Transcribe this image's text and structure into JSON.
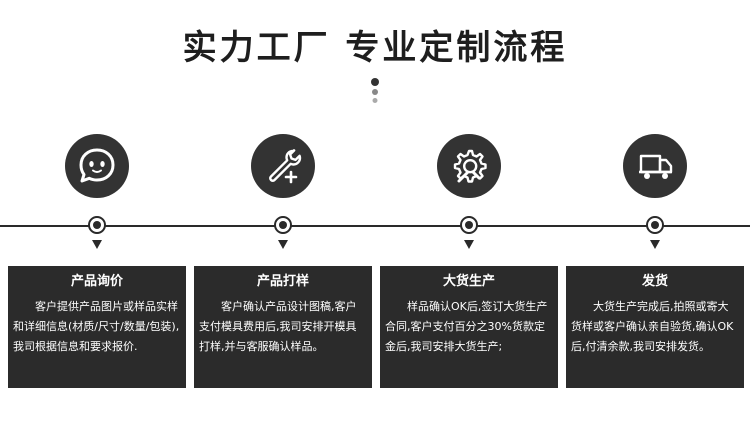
{
  "header": {
    "title": "实力工厂 专业定制流程"
  },
  "steps": [
    {
      "title": "产品询价",
      "desc": "客户提供产品图片或样品实样和详细信息(材质/尺寸/数量/包装),我司根据信息和要求报价.",
      "icon": "chat-face-icon"
    },
    {
      "title": "产品打样",
      "desc": "客户确认产品设计图稿,客户支付模具费用后,我司安排开模具打样,并与客服确认样品。",
      "icon": "wrench-plus-icon"
    },
    {
      "title": "大货生产",
      "desc": "样品确认OK后,签订大货生产合同,客户支付百分之30%货款定金后,我司安排大货生产;",
      "icon": "gear-wrench-icon"
    },
    {
      "title": "发货",
      "desc": "大货生产完成后,拍照或寄大货样或客户确认亲自验货,确认OK后,付清余款,我司安排发货。",
      "icon": "truck-icon"
    }
  ],
  "colors": {
    "card_bg": "#2b2b2b",
    "icon_bg": "#333333",
    "line": "#2a2a2a",
    "text_light": "#ffffff"
  }
}
